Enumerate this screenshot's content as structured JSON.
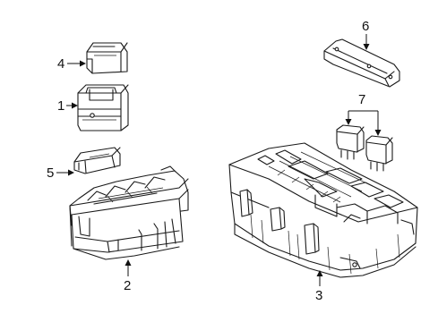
{
  "diagram": {
    "callouts": [
      {
        "id": "1",
        "label": "1"
      },
      {
        "id": "2",
        "label": "2"
      },
      {
        "id": "3",
        "label": "3"
      },
      {
        "id": "4",
        "label": "4"
      },
      {
        "id": "5",
        "label": "5"
      },
      {
        "id": "6",
        "label": "6"
      },
      {
        "id": "7",
        "label": "7"
      }
    ]
  },
  "colors": {
    "line": "#1a1a1a",
    "background": "#ffffff"
  }
}
